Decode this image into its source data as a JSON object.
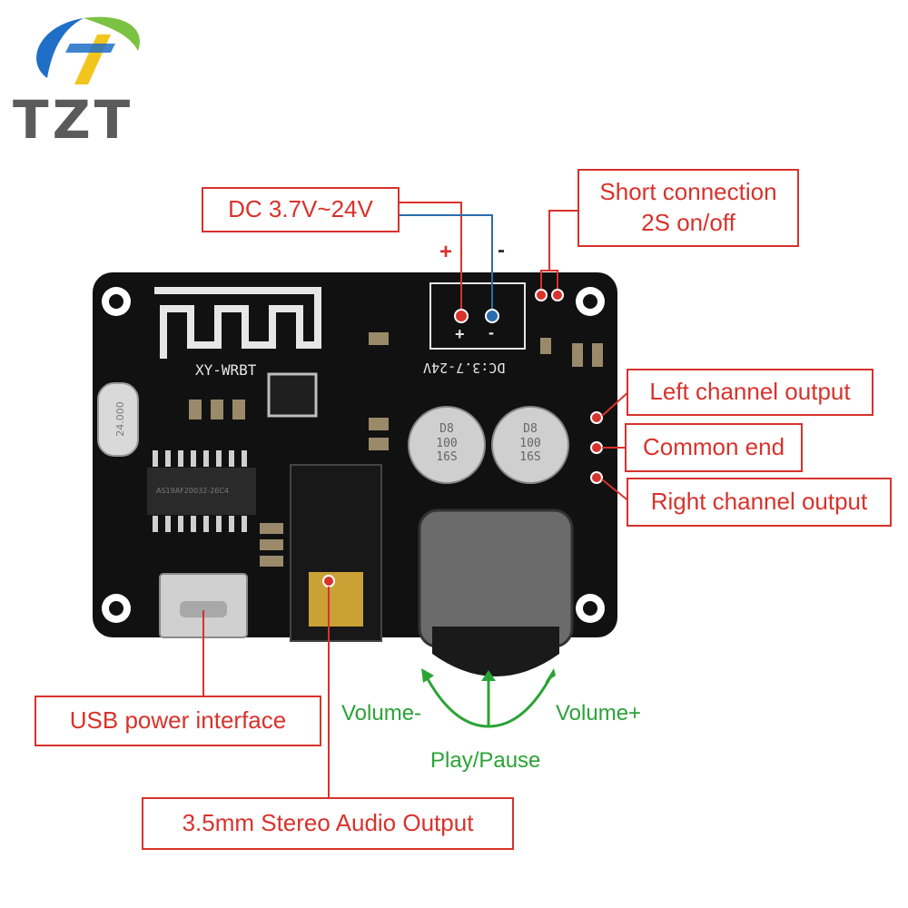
{
  "brand": {
    "name": "TZT",
    "colors": {
      "blue": "#1f6fc8",
      "green": "#7cc242",
      "yellow": "#f2c51d",
      "gray": "#5b5b5b"
    }
  },
  "board": {
    "silkscreen_model": "XY-WRBT",
    "silkscreen_voltage": "DC:3.7-24V",
    "chip_marking": "AS19AF20032-26C4",
    "capacitor_marking": [
      "D8",
      "100",
      "16S"
    ],
    "crystal_marking": "24.000",
    "terminal_plus": "+",
    "terminal_minus": "-"
  },
  "callouts": {
    "dc_input": "DC 3.7V~24V",
    "short_connection": [
      "Short connection",
      "2S on/off"
    ],
    "left_channel": "Left channel output",
    "common_end": "Common end",
    "right_channel": "Right channel output",
    "usb_power": "USB power interface",
    "audio_output": "3.5mm Stereo Audio Output"
  },
  "polarity": {
    "plus": "+",
    "minus": "-"
  },
  "controls": {
    "volume_down": "Volume-",
    "volume_up": "Volume+",
    "play_pause": "Play/Pause"
  },
  "colors": {
    "callout_red": "#d8322c",
    "wire_blue": "#2b6cb0",
    "arrow_green": "#2aa336",
    "pcb_black": "#111111"
  }
}
